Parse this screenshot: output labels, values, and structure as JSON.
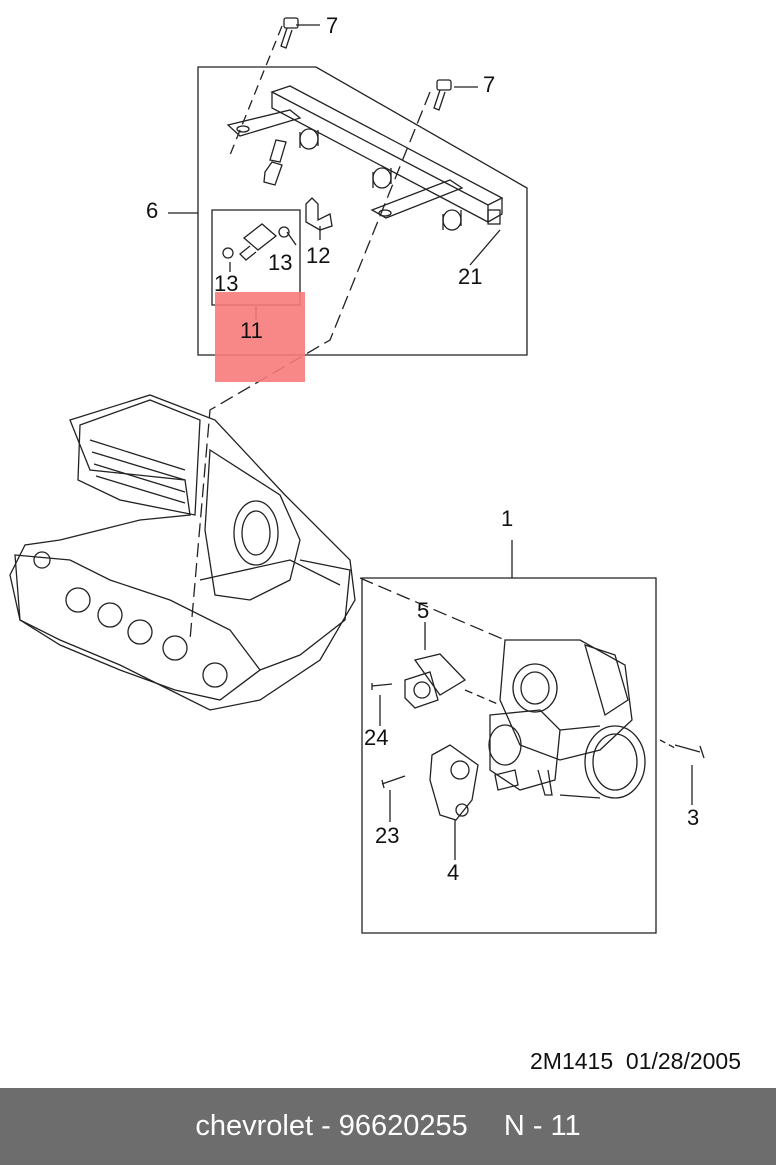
{
  "callouts": {
    "c1": "1",
    "c3": "3",
    "c4": "4",
    "c5": "5",
    "c6": "6",
    "c7a": "7",
    "c7b": "7",
    "c11": "11",
    "c12": "12",
    "c13a": "13",
    "c13b": "13",
    "c21": "21",
    "c23": "23",
    "c24": "24"
  },
  "highlight_color": "#f77b7b",
  "doc_code": "2M1415  01/28/2005",
  "footer": {
    "part_text": "chevrolet - 96620255",
    "ref_text": "N - 11",
    "background": "#6d6d6d"
  }
}
